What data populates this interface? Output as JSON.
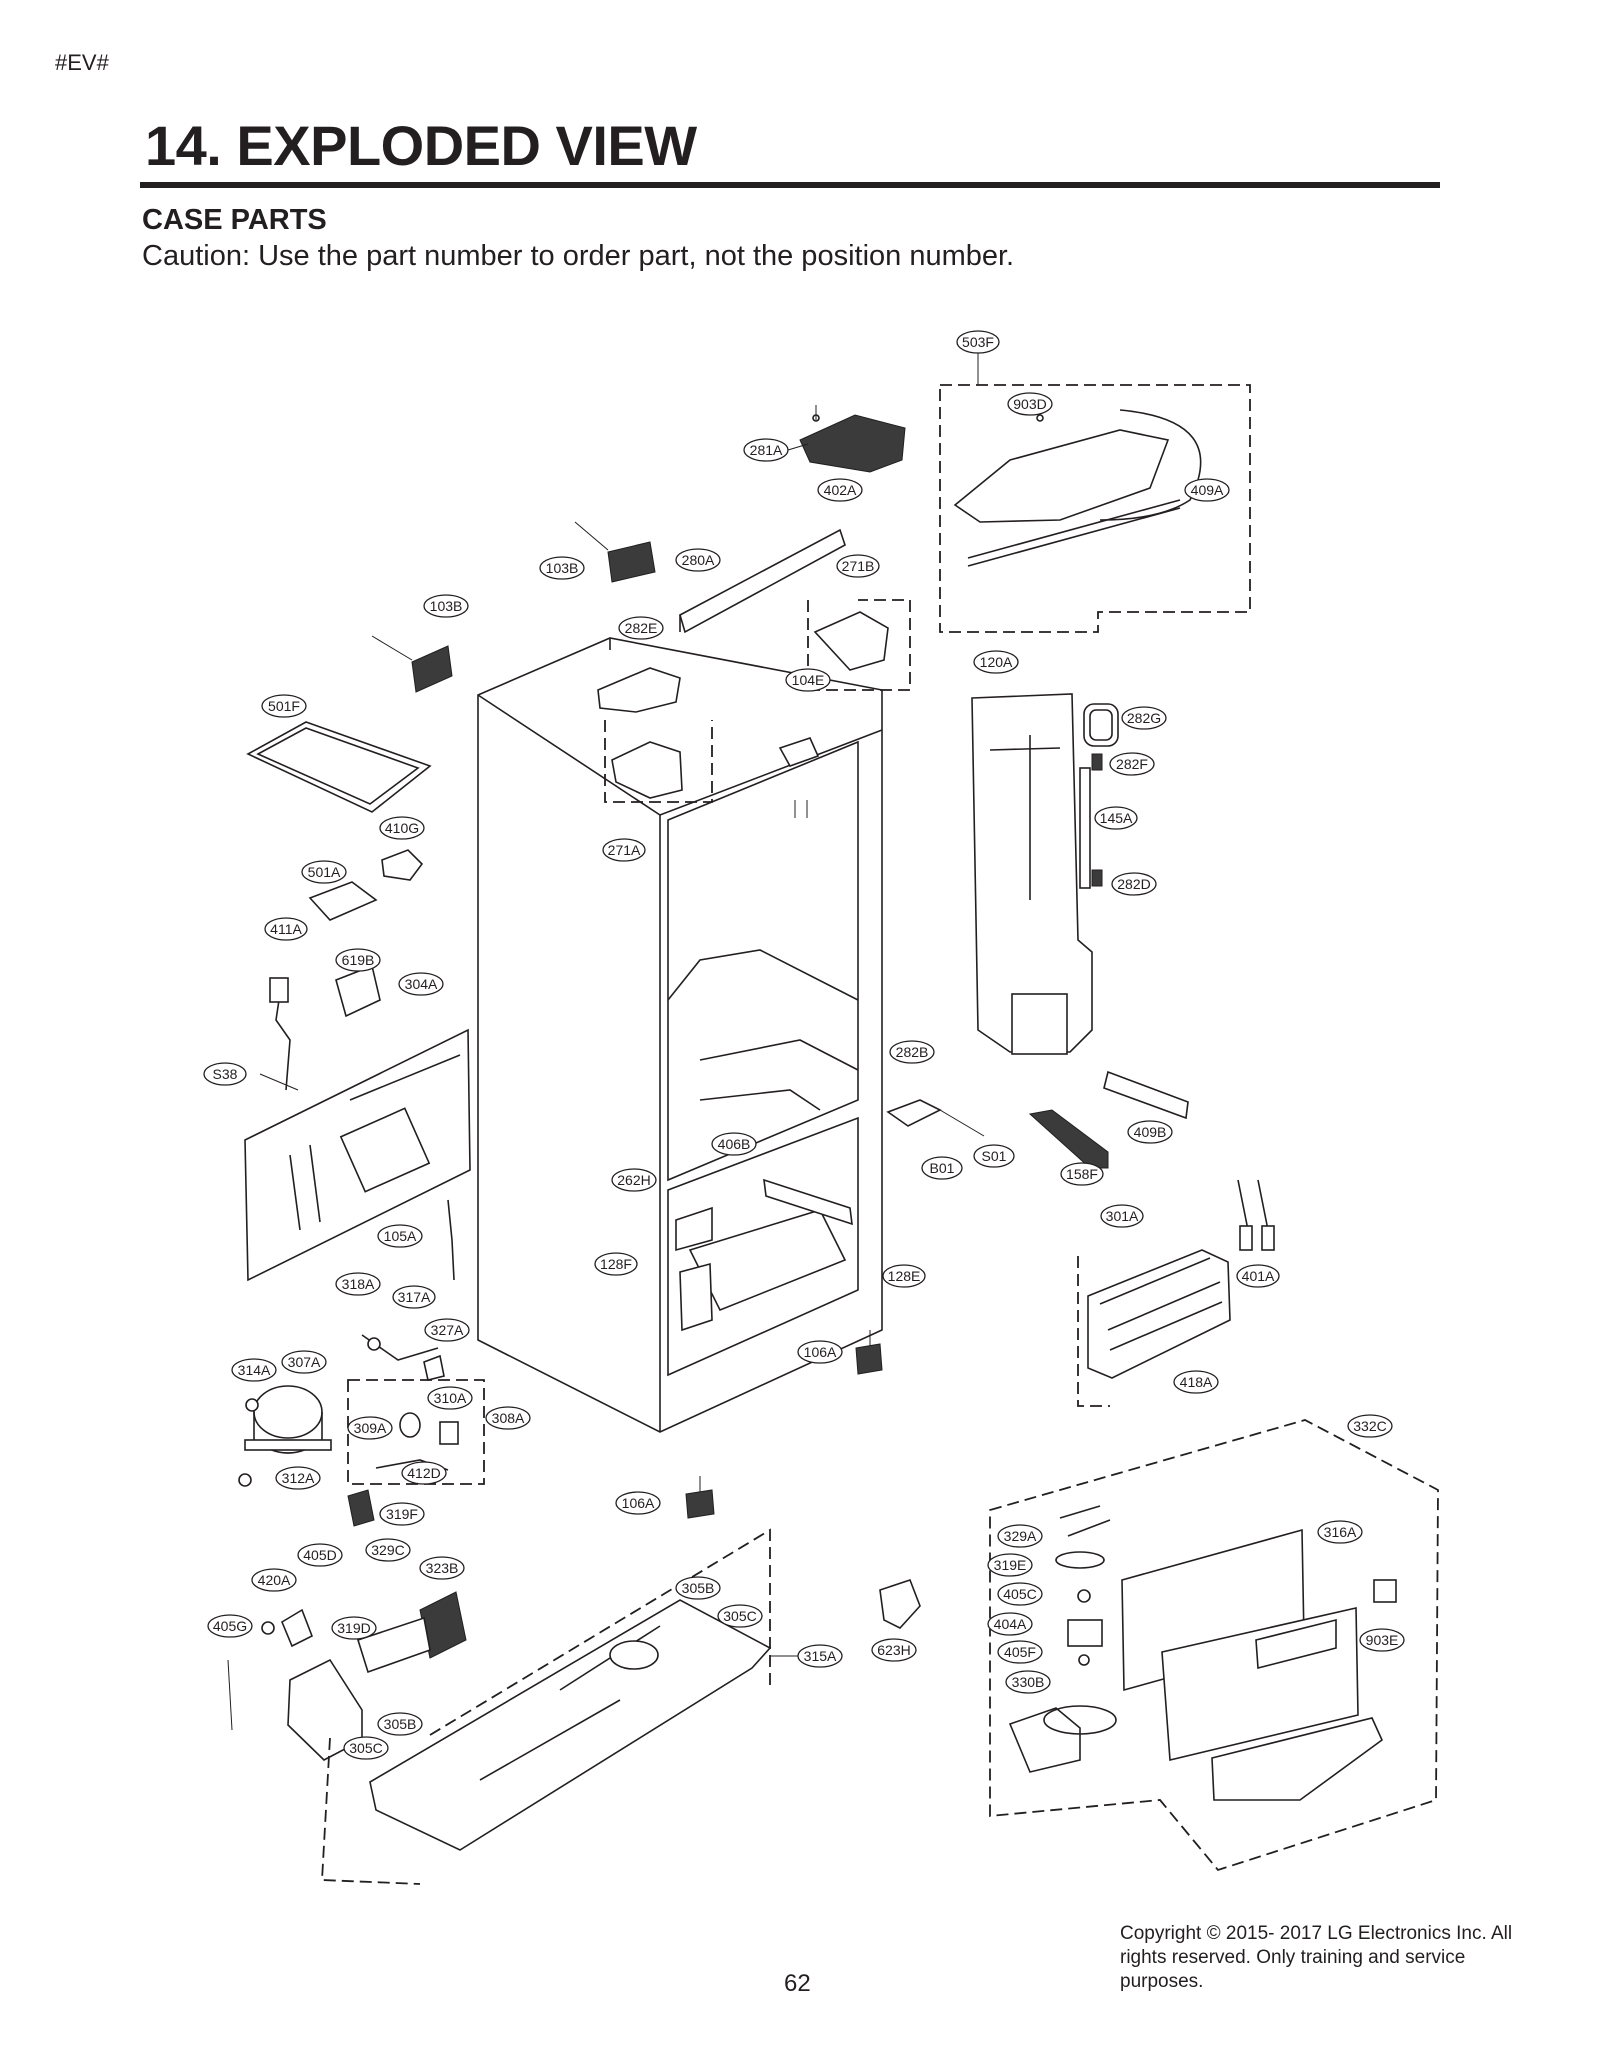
{
  "header": {
    "tag": "#EV#",
    "title": "14. EXPLODED VIEW",
    "section": "CASE PARTS",
    "caution": "Caution: Use the part number to order part, not the position number."
  },
  "callouts": [
    {
      "id": "503F"
    },
    {
      "id": "903D"
    },
    {
      "id": "281A"
    },
    {
      "id": "402A"
    },
    {
      "id": "409A"
    },
    {
      "id": "103B"
    },
    {
      "id": "280A"
    },
    {
      "id": "271B"
    },
    {
      "id": "103B"
    },
    {
      "id": "282E"
    },
    {
      "id": "104E"
    },
    {
      "id": "120A"
    },
    {
      "id": "501F"
    },
    {
      "id": "282G"
    },
    {
      "id": "282F"
    },
    {
      "id": "410G"
    },
    {
      "id": "271A"
    },
    {
      "id": "145A"
    },
    {
      "id": "501A"
    },
    {
      "id": "282D"
    },
    {
      "id": "411A"
    },
    {
      "id": "619B"
    },
    {
      "id": "304A"
    },
    {
      "id": "282B"
    },
    {
      "id": "S38"
    },
    {
      "id": "409B"
    },
    {
      "id": "406B"
    },
    {
      "id": "S01"
    },
    {
      "id": "B01"
    },
    {
      "id": "158F"
    },
    {
      "id": "262H"
    },
    {
      "id": "301A"
    },
    {
      "id": "105A"
    },
    {
      "id": "401A"
    },
    {
      "id": "128F"
    },
    {
      "id": "128E"
    },
    {
      "id": "318A"
    },
    {
      "id": "317A"
    },
    {
      "id": "327A"
    },
    {
      "id": "106A"
    },
    {
      "id": "314A"
    },
    {
      "id": "307A"
    },
    {
      "id": "310A"
    },
    {
      "id": "418A"
    },
    {
      "id": "308A"
    },
    {
      "id": "309A"
    },
    {
      "id": "332C"
    },
    {
      "id": "312A"
    },
    {
      "id": "412D"
    },
    {
      "id": "106A"
    },
    {
      "id": "319F"
    },
    {
      "id": "316A"
    },
    {
      "id": "329A"
    },
    {
      "id": "329C"
    },
    {
      "id": "405D"
    },
    {
      "id": "319E"
    },
    {
      "id": "323B"
    },
    {
      "id": "420A"
    },
    {
      "id": "305B"
    },
    {
      "id": "405C"
    },
    {
      "id": "305C"
    },
    {
      "id": "404A"
    },
    {
      "id": "405G"
    },
    {
      "id": "319D"
    },
    {
      "id": "623H"
    },
    {
      "id": "315A"
    },
    {
      "id": "903E"
    },
    {
      "id": "405F"
    },
    {
      "id": "330B"
    },
    {
      "id": "305B"
    },
    {
      "id": "305C"
    }
  ],
  "footer": {
    "copyright": "Copyright © 2015- 2017 LG Electronics Inc. All rights reserved. Only training and service purposes.",
    "page": "62"
  }
}
